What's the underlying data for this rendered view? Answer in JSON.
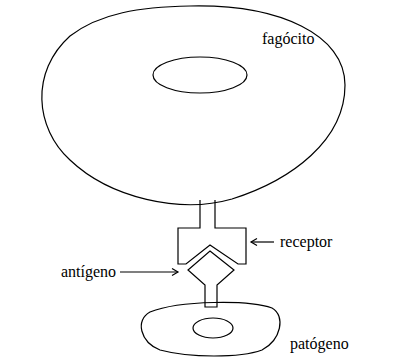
{
  "diagram": {
    "nodes": [
      {
        "text": [
          "fagócito"
        ]
      },
      {
        "text": [
          "patógeno"
        ]
      }
    ],
    "labels": [
      "receptor",
      "antígeno"
    ]
  }
}
